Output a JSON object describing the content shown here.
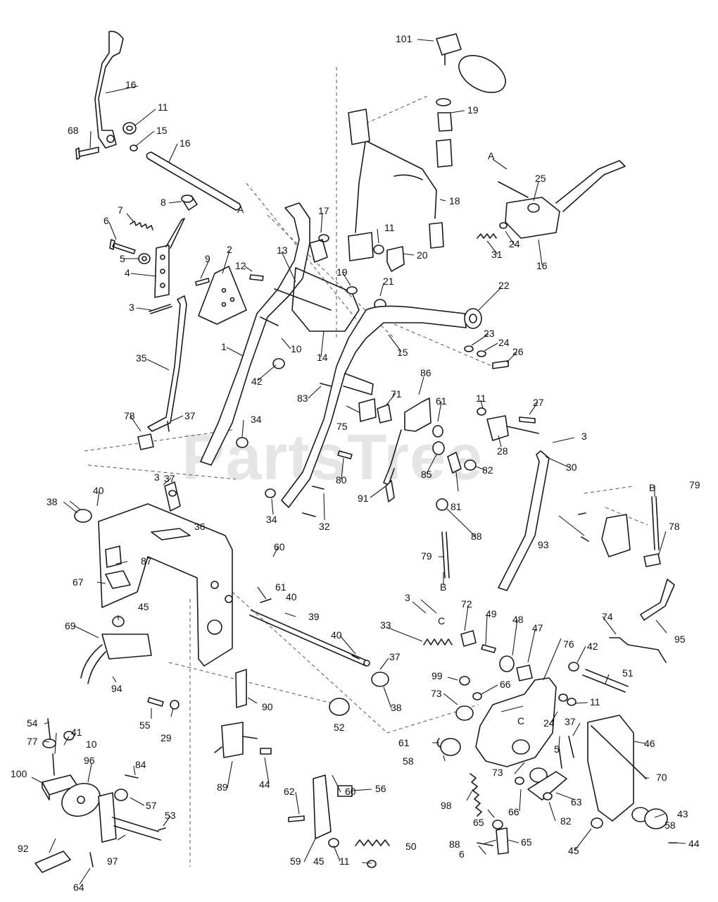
{
  "watermark": "PartsTree",
  "callouts": [
    "101",
    "19",
    "16",
    "11",
    "68",
    "15",
    "16",
    "A",
    "18",
    "8",
    "7",
    "6",
    "17",
    "5",
    "4",
    "9",
    "2",
    "12",
    "13",
    "11",
    "20",
    "19",
    "21",
    "3",
    "A",
    "25",
    "31",
    "24",
    "16",
    "22",
    "23",
    "24",
    "26",
    "15",
    "1",
    "10",
    "14",
    "35",
    "42",
    "83",
    "86",
    "71",
    "61",
    "27",
    "11",
    "78",
    "37",
    "34",
    "75",
    "28",
    "3",
    "30",
    "80",
    "85",
    "82",
    "37",
    "91",
    "81",
    "3",
    "36",
    "34",
    "32",
    "88",
    "38",
    "40",
    "79",
    "B",
    "79",
    "B",
    "93",
    "78",
    "87",
    "60",
    "67",
    "61",
    "40",
    "3",
    "C",
    "72",
    "33",
    "49",
    "48",
    "47",
    "39",
    "40",
    "95",
    "74",
    "69",
    "45",
    "37",
    "76",
    "42",
    "51",
    "94",
    "38",
    "99",
    "66",
    "73",
    "90",
    "11",
    "55",
    "29",
    "C",
    "52",
    "24",
    "37",
    "54",
    "41",
    "77",
    "10",
    "100",
    "96",
    "84",
    "57",
    "53",
    "61",
    "58",
    "73",
    "5",
    "63",
    "46",
    "70",
    "89",
    "44",
    "62",
    "60",
    "56",
    "98",
    "65",
    "66",
    "82",
    "58",
    "43",
    "44",
    "92",
    "97",
    "64",
    "59",
    "45",
    "11",
    "50",
    "88",
    "6",
    "65",
    "45"
  ]
}
